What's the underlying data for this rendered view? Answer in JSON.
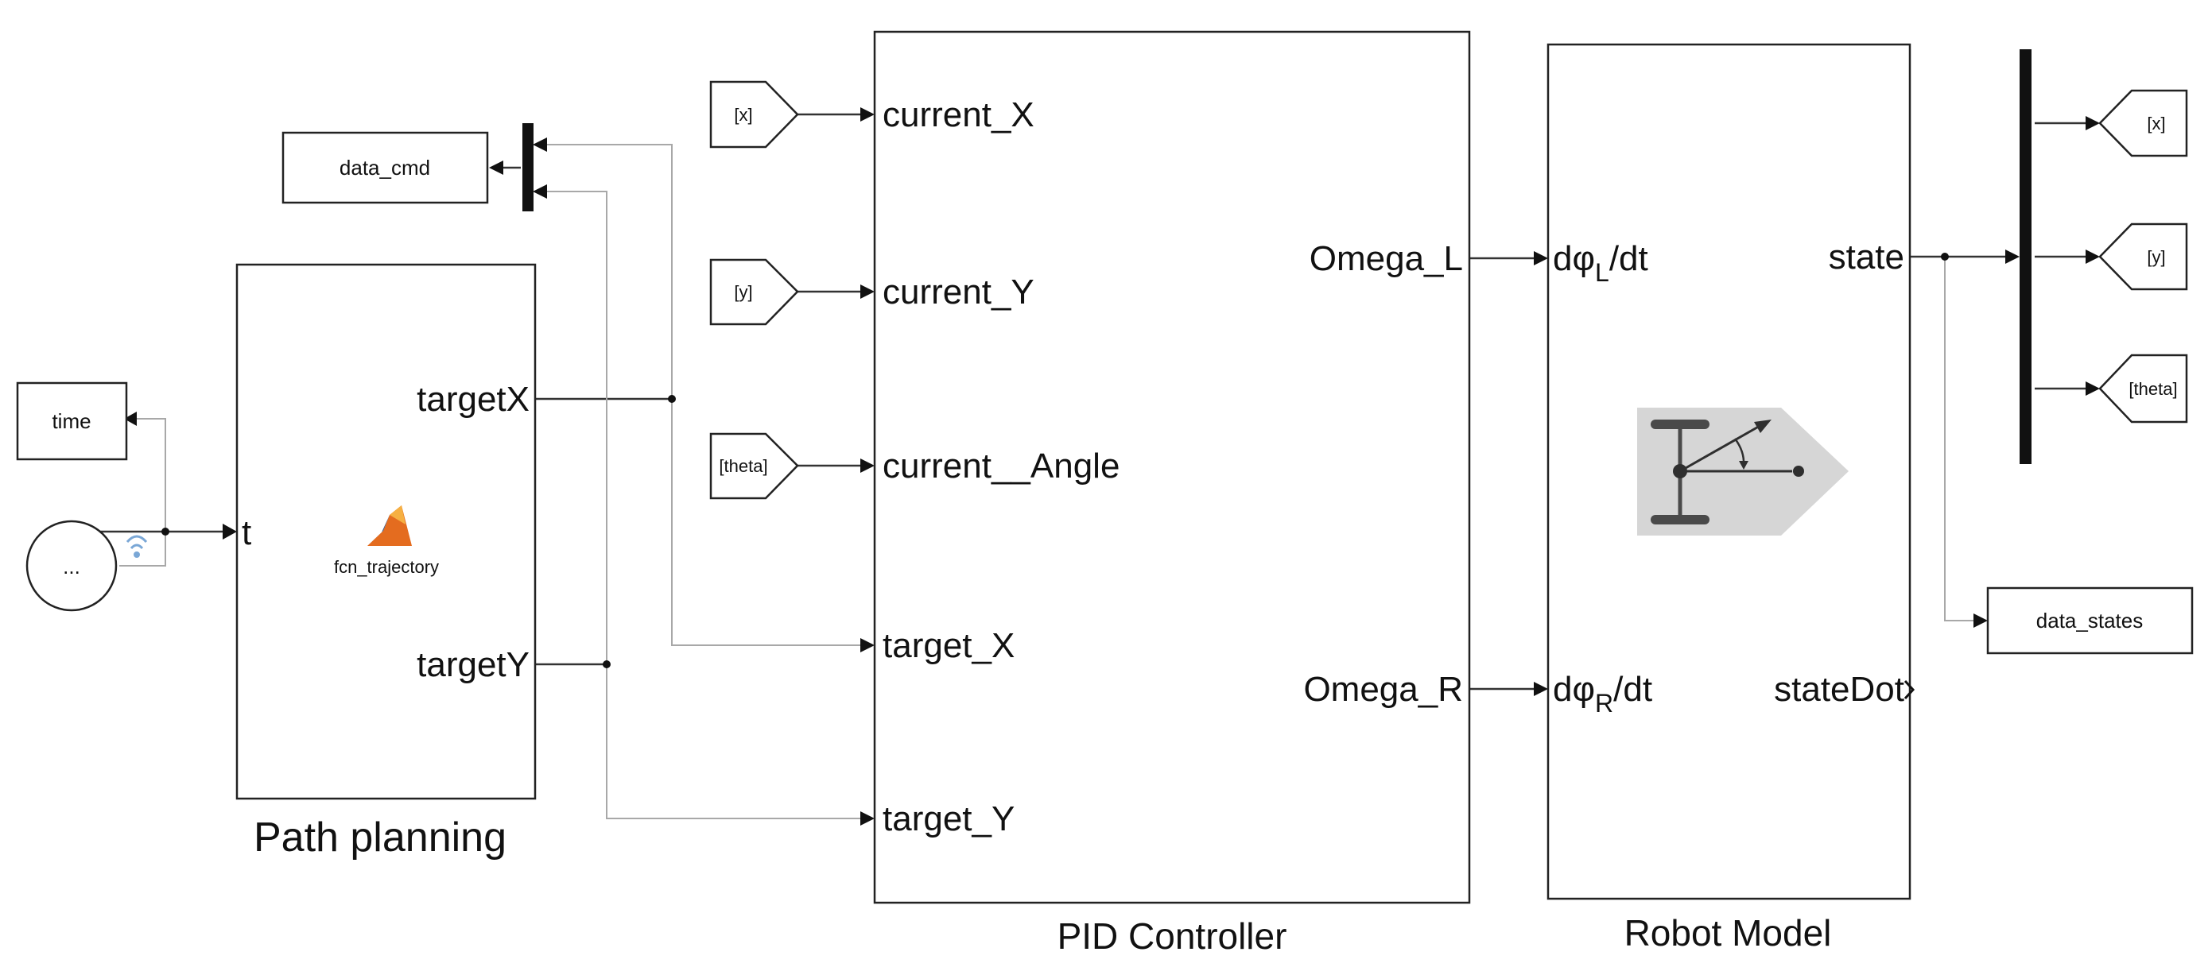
{
  "path_planning": {
    "title": "Path planning",
    "function_name": "fcn_trajectory",
    "input_port": "t",
    "output_port_x": "targetX",
    "output_port_y": "targetY",
    "icon": "matlab-logo-icon"
  },
  "clock_block": {
    "label": "..."
  },
  "time_block": {
    "label": "time"
  },
  "data_cmd_block": {
    "label": "data_cmd"
  },
  "goto_tags_in": {
    "x": "[x]",
    "y": "[y]",
    "theta": "[theta]"
  },
  "pid_controller": {
    "title": "PID Controller",
    "inputs": {
      "current_x": "current_X",
      "current_y": "current_Y",
      "current_angle": "current__Angle",
      "target_x": "target_X",
      "target_y": "target_Y"
    },
    "outputs": {
      "omega_l": "Omega_L",
      "omega_r": "Omega_R"
    }
  },
  "robot_model": {
    "title": "Robot Model",
    "input_l_prefix": "dφ",
    "input_l_sub": "L",
    "input_l_suffix": "/dt",
    "input_r_prefix": "dφ",
    "input_r_sub": "R",
    "input_r_suffix": "/dt",
    "output_state": "state",
    "output_state_dot": "stateDot",
    "icon": "differential-drive-robot-icon"
  },
  "goto_tags_out": {
    "x": "[x]",
    "y": "[y]",
    "theta": "[theta]"
  },
  "data_states_block": {
    "label": "data_states"
  },
  "colors": {
    "block_stroke": "#222222",
    "signal_wire": "#333333",
    "bus_bar": "#111111",
    "icon_bg": "#d6d6d6",
    "matlab_orange": "#e46c1f"
  }
}
